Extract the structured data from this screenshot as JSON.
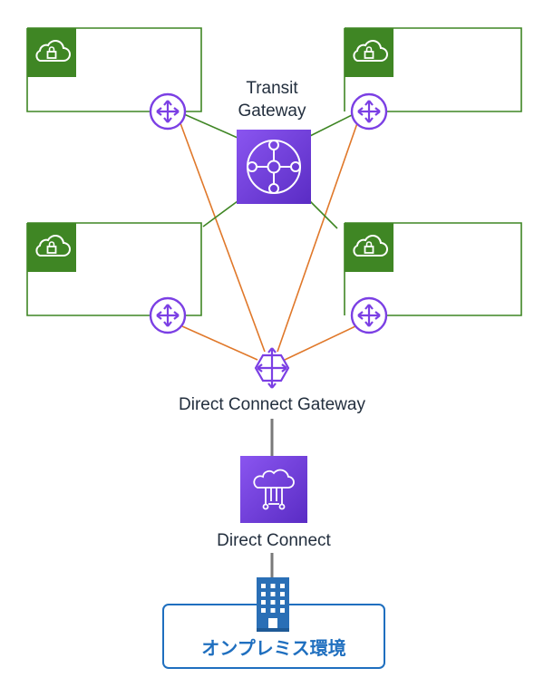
{
  "transit_gateway": {
    "label_line1": "Transit",
    "label_line2": "Gateway"
  },
  "direct_connect_gateway": {
    "label": "Direct Connect Gateway"
  },
  "direct_connect": {
    "label": "Direct Connect"
  },
  "onprem": {
    "label": "オンプレミス環境"
  },
  "colors": {
    "vpc_green": "#3f8624",
    "aws_purple": "#6b3fd4",
    "router_purple": "#7b3fe4",
    "link_orange": "#e0782a",
    "connector_gray": "#7a7a7a",
    "onprem_blue": "#1f6fbf"
  },
  "vpcs": [
    {
      "id": "top-left"
    },
    {
      "id": "top-right"
    },
    {
      "id": "bottom-left"
    },
    {
      "id": "bottom-right"
    }
  ]
}
